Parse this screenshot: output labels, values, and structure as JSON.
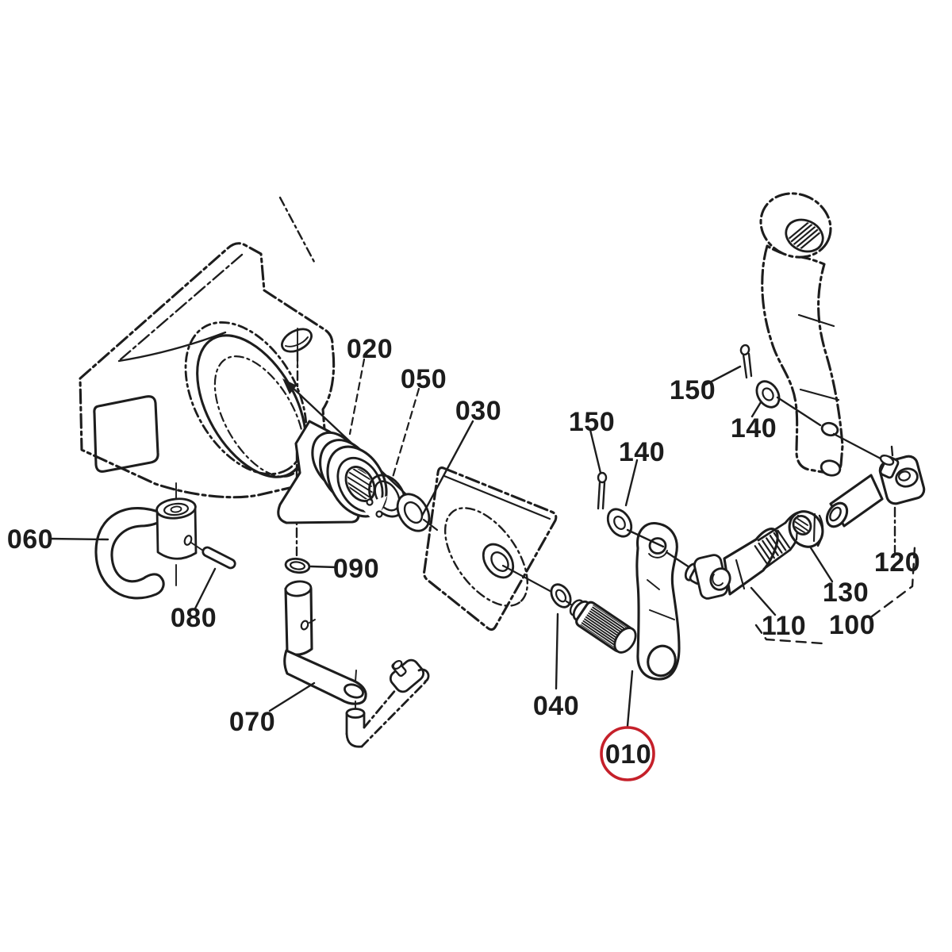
{
  "diagram": {
    "kind": "exploded-parts-diagram",
    "background_color": "#ffffff",
    "line_color": "#1d1d1d",
    "highlight": {
      "part": "010",
      "color": "#c5202a",
      "shape": "circle"
    },
    "callouts": [
      {
        "label": "020"
      },
      {
        "label": "050"
      },
      {
        "label": "030"
      },
      {
        "label": "150"
      },
      {
        "label": "140"
      },
      {
        "label": "150"
      },
      {
        "label": "140"
      },
      {
        "label": "060"
      },
      {
        "label": "080"
      },
      {
        "label": "090"
      },
      {
        "label": "070"
      },
      {
        "label": "040"
      },
      {
        "label": "010",
        "highlighted": true
      },
      {
        "label": "110"
      },
      {
        "label": "100"
      },
      {
        "label": "130"
      },
      {
        "label": "120"
      }
    ]
  }
}
